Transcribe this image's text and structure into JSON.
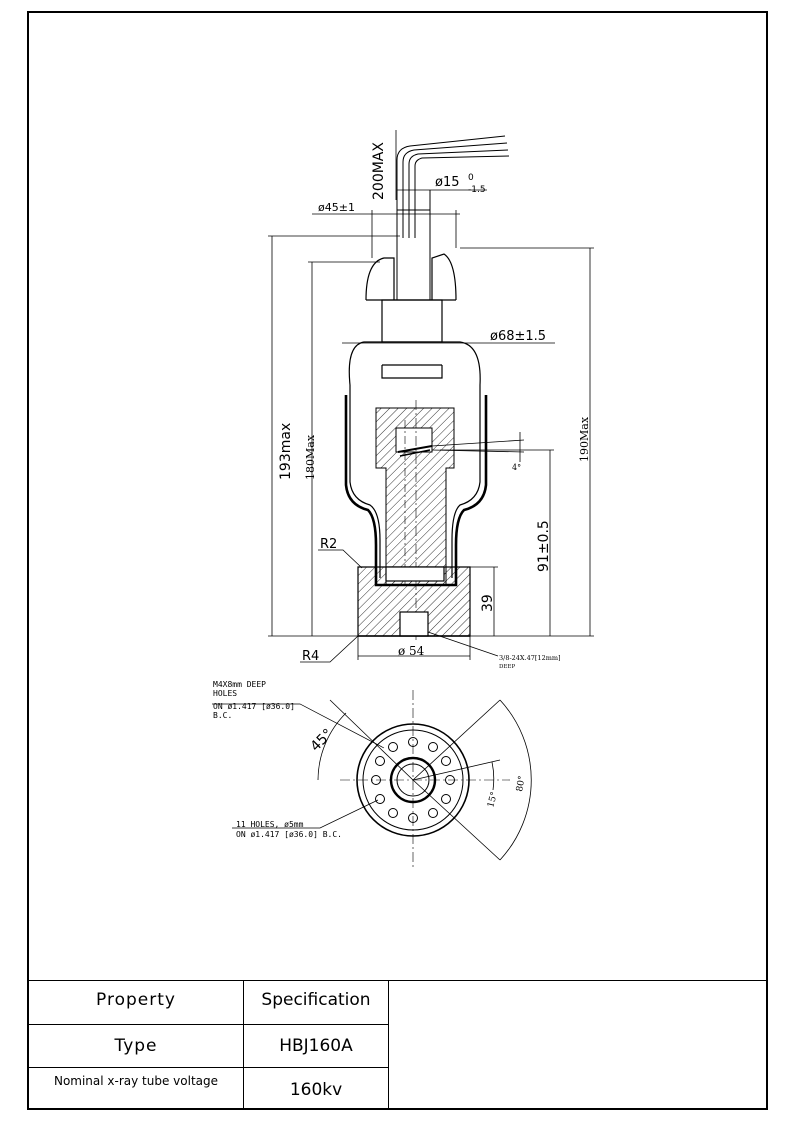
{
  "dimensions": {
    "overall_length": "200MAX",
    "cable_dia": "ø15",
    "cable_tol_upper": "0",
    "cable_tol_lower": "-1.5",
    "neck_dia": "ø45±1",
    "body_dia": "ø68±1.5",
    "height_193": "193max",
    "height_180": "180Max",
    "height_190": "190Max",
    "focal_height": "91±0.5",
    "angle_4": "4°",
    "radius_r2": "R2",
    "base_height": "39",
    "radius_r4": "R4",
    "base_dia": "ø 54",
    "thread_spec": "3/8-24X.47[12mm]",
    "thread_deep": "DEEP"
  },
  "bottom_view": {
    "m4_note_line1": "M4X8mm DEEP",
    "m4_note_line2": "HOLES",
    "m4_note_line3": "ON ø1.417 [ø36.0]",
    "m4_note_line4": "B.C.",
    "angle_45": "45°",
    "holes_note_line1": "11 HOLES, ø5mm",
    "holes_note_line2": "ON ø1.417 [ø36.0] B.C.",
    "angle_15": "15°",
    "angle_80": "80°"
  },
  "table": {
    "header_property": "Property",
    "header_spec": "Specification",
    "row1_property": "Type",
    "row1_value": "HBJ160A",
    "row2_property": "Nominal x-ray tube voltage",
    "row2_value": "160kv"
  }
}
